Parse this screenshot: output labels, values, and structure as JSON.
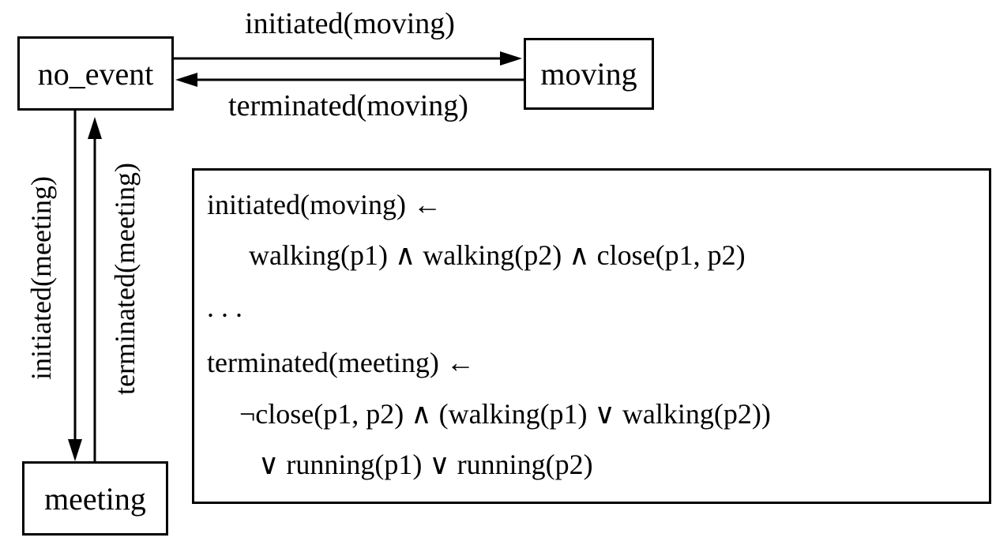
{
  "colors": {
    "ink": "#000000",
    "paper": "#ffffff"
  },
  "diagram": {
    "states": {
      "no_event": "no_event",
      "moving": "moving",
      "meeting": "meeting"
    },
    "transitions": {
      "initiated_moving": "initiated(moving)",
      "terminated_moving": "terminated(moving)",
      "initiated_meeting": "initiated(meeting)",
      "terminated_meeting": "terminated(meeting)"
    }
  },
  "rules": {
    "lines": [
      "initiated(moving) ←",
      "walking(p1) ∧ walking(p2) ∧ close(p1, p2)",
      ". . .",
      "terminated(meeting) ←",
      "¬close(p1, p2) ∧ (walking(p1) ∨ walking(p2))",
      "∨ running(p1) ∨ running(p2)"
    ]
  }
}
